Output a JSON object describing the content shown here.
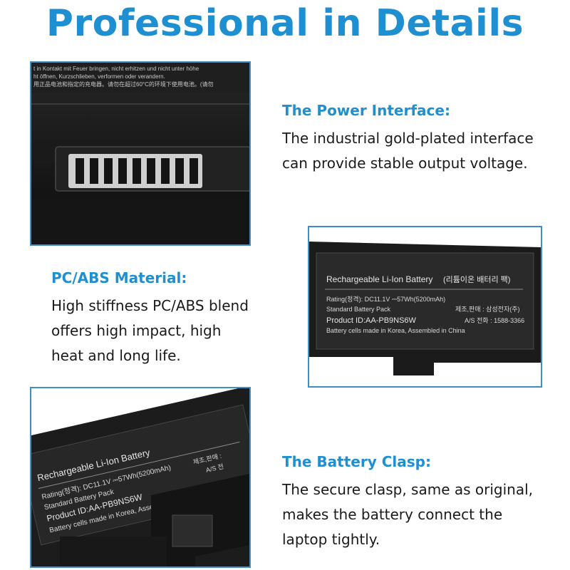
{
  "page": {
    "title": "Professional in Details",
    "accent_color": "#1e8fd0",
    "frame_color": "#3f8fc6"
  },
  "features": [
    {
      "heading": "The Power Interface:",
      "lines": [
        "The industrial gold-plated interface",
        "can provide stable output voltage."
      ]
    },
    {
      "heading": "PC/ABS Material:",
      "lines": [
        "High stiffness PC/ABS blend",
        "offers high impact, high",
        "heat and long life."
      ]
    },
    {
      "heading": "The Battery Clasp:",
      "lines": [
        "The secure clasp, same as original,",
        "makes the battery connect the",
        "laptop tightly."
      ]
    }
  ],
  "photos": {
    "connector": {
      "warning_line_1": "t in Kontakt mit Feuer bringen, nicht erhitzen und nicht unter höhe",
      "warning_line_2": "ht öffnen, Kurzschlieben, verformen oder verandern.",
      "warning_line_3": "用正品电池和指定的充电器。请勿在超过60°C的环境下使用电池。(请勿"
    },
    "label_flat": {
      "heading": "Rechargeable Li-Ion Battery",
      "heading_kr": "(리튬이온 배터리 팩)",
      "rating": "Rating(정격): DC11.1V ⎓57Wh(5200mAh)",
      "maker": "제조,판매 : 삼성전자(주)",
      "pack": "Standard Battery Pack",
      "product": "Product ID:AA-PB9NS6W",
      "as": "A/S 전화 : 1588-3366",
      "origin": "Battery cells made in Korea, Assembled in China"
    },
    "label_angled": {
      "heading": "Rechargeable Li-Ion Battery",
      "rating": "Rating(정격): DC11.1V ⎓57Wh(5200mAh)",
      "maker": "제조,판매 :",
      "pack": "Standard Battery Pack",
      "product": "Product ID:AA-PB9NS6W",
      "as": "A/S 전",
      "origin": "Battery cells made in Korea, Assembled in China"
    }
  }
}
